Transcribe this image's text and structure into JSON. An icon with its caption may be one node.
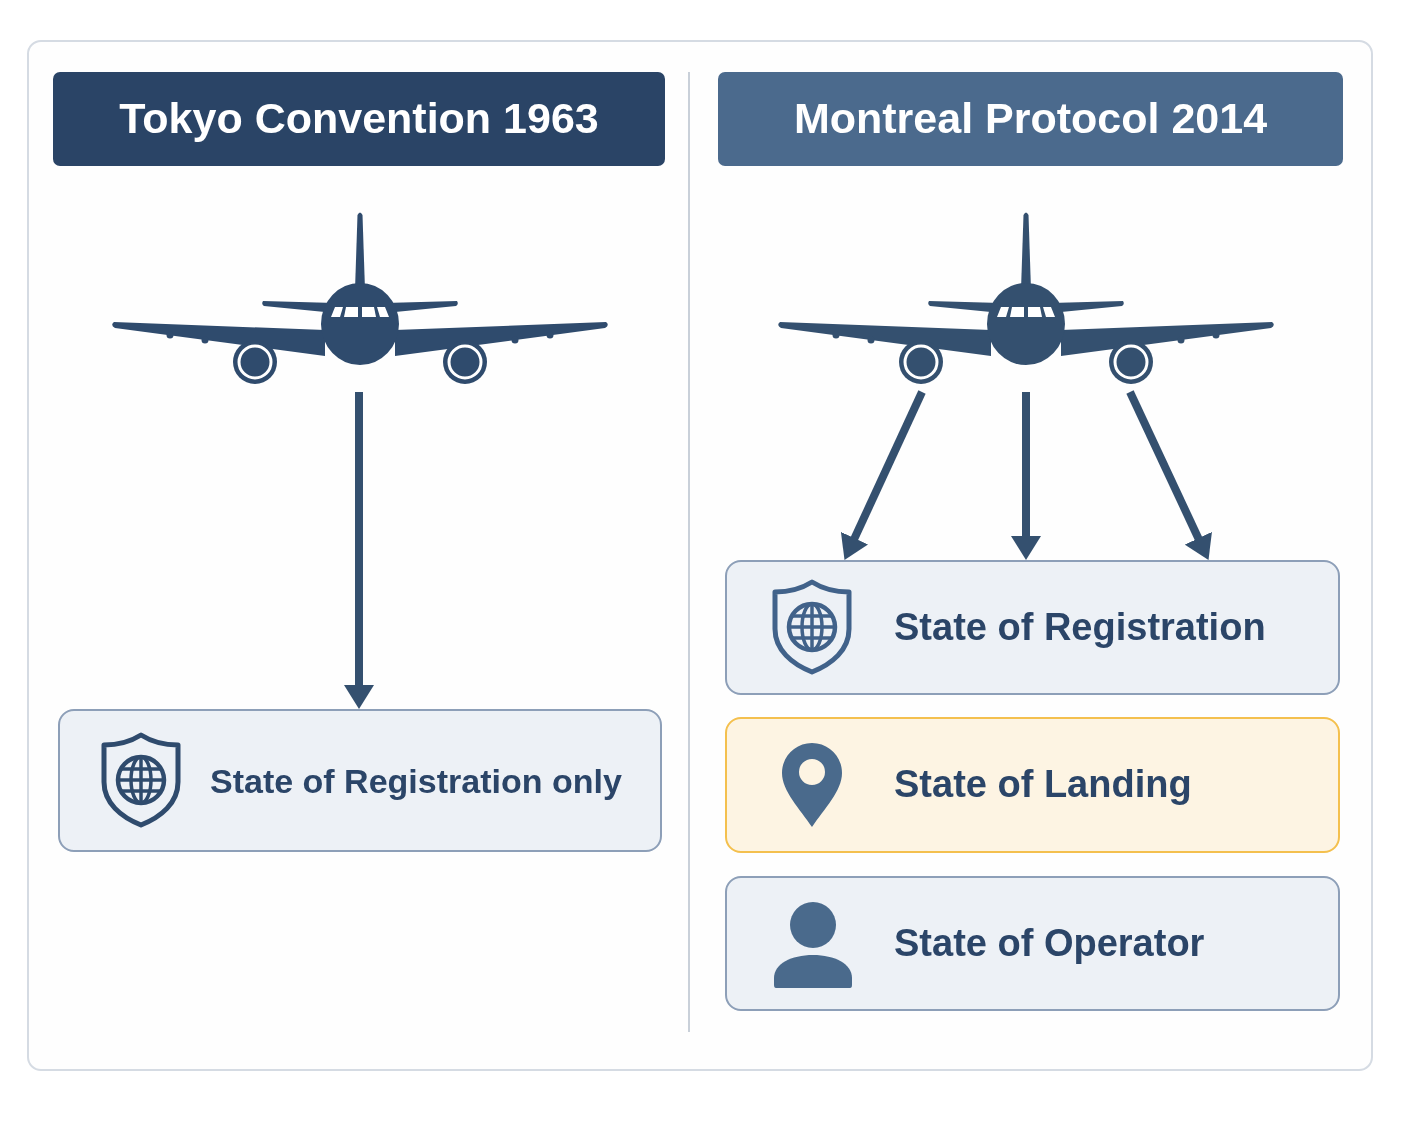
{
  "diagram": {
    "nodes": [
      {
        "text": [
          "Tokyo Convention 1963"
        ]
      },
      {
        "text": [],
        "shape": "picture"
      },
      {
        "text": [
          "State of Registration only"
        ]
      },
      {
        "text": [
          "Montreal Protocol 2014"
        ]
      },
      {
        "text": [],
        "shape": "picture"
      },
      {
        "text": [
          "State of Registration"
        ]
      },
      {
        "text": [
          "State of Landing"
        ]
      },
      {
        "text": [
          "State of Operator"
        ]
      }
    ],
    "edges": [
      {
        "from": 1,
        "to": 2,
        "arrow": "to"
      },
      {
        "from": 4,
        "to": 5,
        "arrow": "to"
      },
      {
        "from": 4,
        "to": 5,
        "arrow": "to"
      },
      {
        "from": 4,
        "to": 5,
        "arrow": "to"
      }
    ]
  }
}
